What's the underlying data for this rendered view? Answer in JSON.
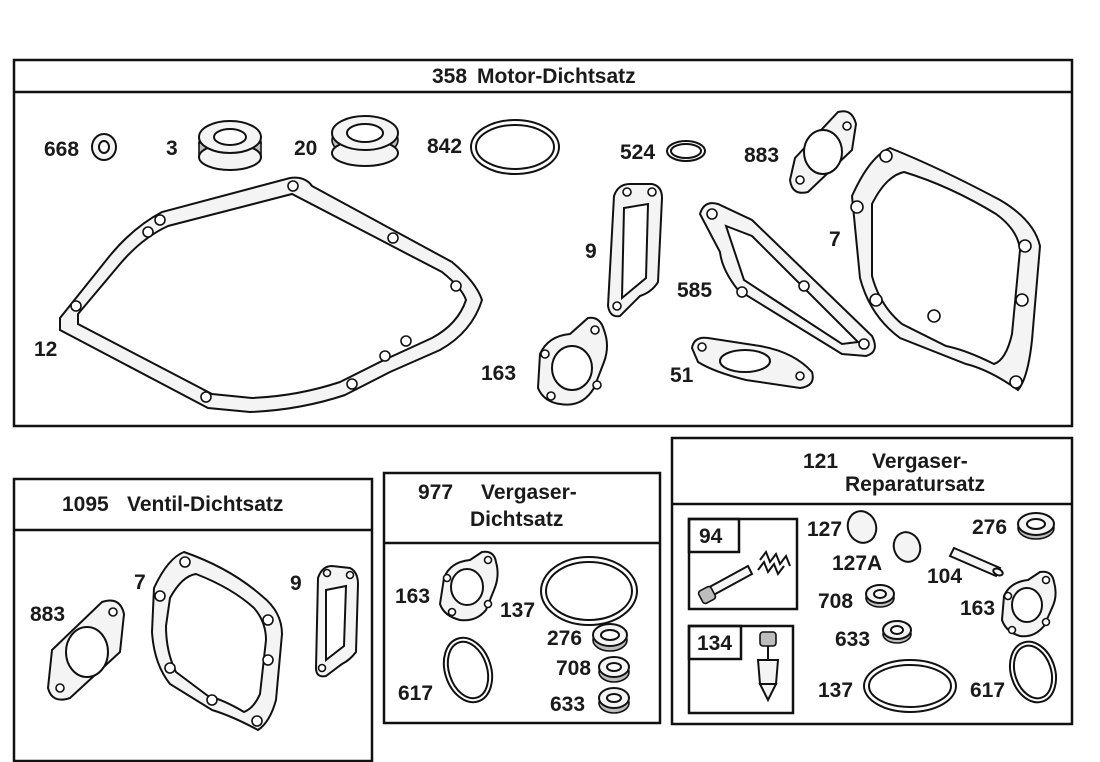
{
  "panels": {
    "motor": {
      "number": "358",
      "title": "Motor-Dichtsatz"
    },
    "ventil": {
      "number": "1095",
      "title": "Ventil-Dichtsatz"
    },
    "vergaser_dicht": {
      "number": "977",
      "title_line1": "Vergaser-",
      "title_line2": "Dichtsatz"
    },
    "vergaser_rep": {
      "number": "121",
      "title_line1": "Vergaser-",
      "title_line2": "Reparatursatz"
    }
  },
  "motor_parts": {
    "p668": "668",
    "p3": "3",
    "p20": "20",
    "p842": "842",
    "p524": "524",
    "p883": "883",
    "p12": "12",
    "p9": "9",
    "p585": "585",
    "p7": "7",
    "p163": "163",
    "p51": "51"
  },
  "ventil_parts": {
    "p883": "883",
    "p7": "7",
    "p9": "9"
  },
  "vergaser_dicht_parts": {
    "p163": "163",
    "p137": "137",
    "p276": "276",
    "p708": "708",
    "p617": "617",
    "p633": "633"
  },
  "vergaser_rep_parts": {
    "p94": "94",
    "p134": "134",
    "p127": "127",
    "p127a": "127A",
    "p276": "276",
    "p104": "104",
    "p708": "708",
    "p163": "163",
    "p633": "633",
    "p137": "137",
    "p617": "617"
  }
}
